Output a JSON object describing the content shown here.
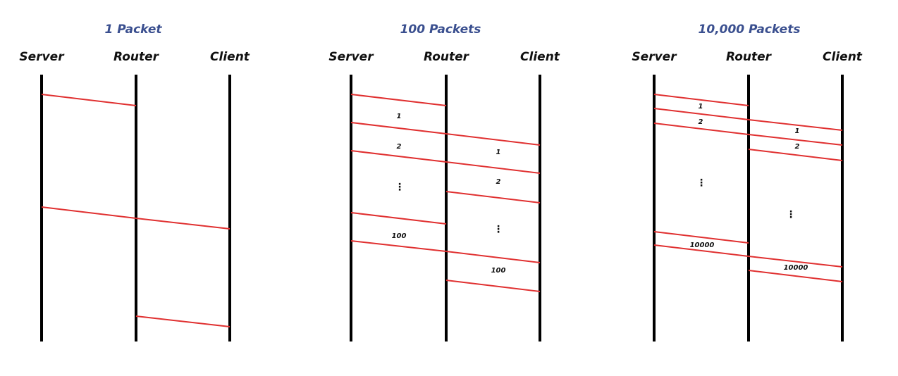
{
  "colors": {
    "message": "#e03030",
    "title": "#3a4f8f",
    "lifeline": "#000000",
    "text": "#111111"
  },
  "panels": [
    {
      "title": "1 Packet",
      "nodes": [
        "Server",
        "Router",
        "Client"
      ],
      "labels": []
    },
    {
      "title": "100 Packets",
      "nodes": [
        "Server",
        "Router",
        "Client"
      ],
      "labels": [
        "1",
        "2",
        "⋮",
        "100",
        "1",
        "2",
        "⋮",
        "100"
      ]
    },
    {
      "title": "10,000 Packets",
      "nodes": [
        "Server",
        "Router",
        "Client"
      ],
      "labels": [
        "1",
        "2",
        "⋮",
        "10000",
        "1",
        "2",
        "⋮",
        "10000"
      ]
    }
  ]
}
